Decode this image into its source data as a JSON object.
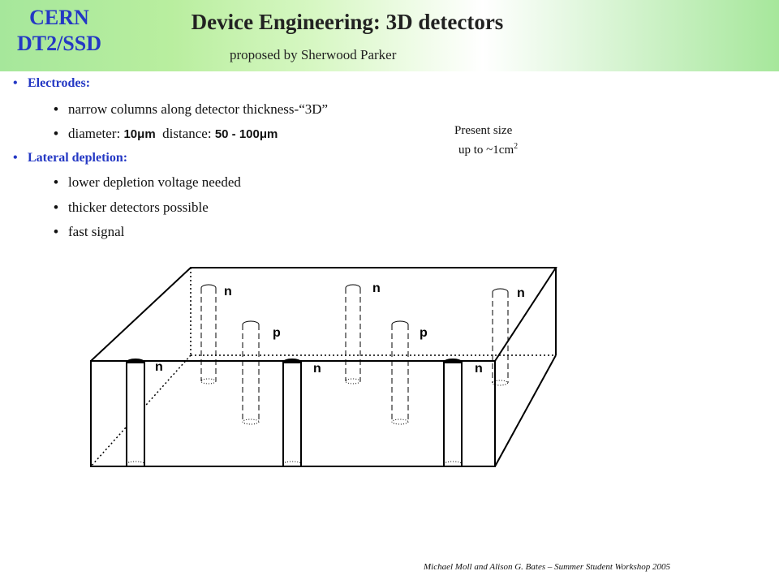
{
  "header": {
    "logo_line1": "CERN",
    "logo_line2": "DT2/SSD",
    "title": "Device Engineering: 3D detectors",
    "subtitle": "proposed by Sherwood Parker"
  },
  "bullets": {
    "electrodes": "Electrodes:",
    "item1": "narrow columns along detector thickness-“3D”",
    "item2_prefix": "diameter: ",
    "item2_d": "10μm",
    "item2_mid": "  distance: ",
    "item2_dist": "50 - 100μm",
    "lateral": "Lateral depletion:",
    "item3": "lower depletion voltage needed",
    "item4": "thicker detectors possible",
    "item5": "fast signal",
    "bullet_glyph": "•"
  },
  "side_note": {
    "line1": "Present size",
    "line2": "up to ~1cm",
    "sup": "2"
  },
  "diagram": {
    "labels": {
      "n_back_left": "n",
      "n_back_mid": "n",
      "n_back_right": "n",
      "p_mid_left": "p",
      "p_mid_right": "p",
      "n_front_left": "n",
      "n_front_mid": "n",
      "n_front_right": "n"
    }
  },
  "footer": "Michael Moll and Alison G. Bates – Summer Student Workshop 2005",
  "colors": {
    "accent": "#2438c4",
    "band": "#a6e79b"
  }
}
